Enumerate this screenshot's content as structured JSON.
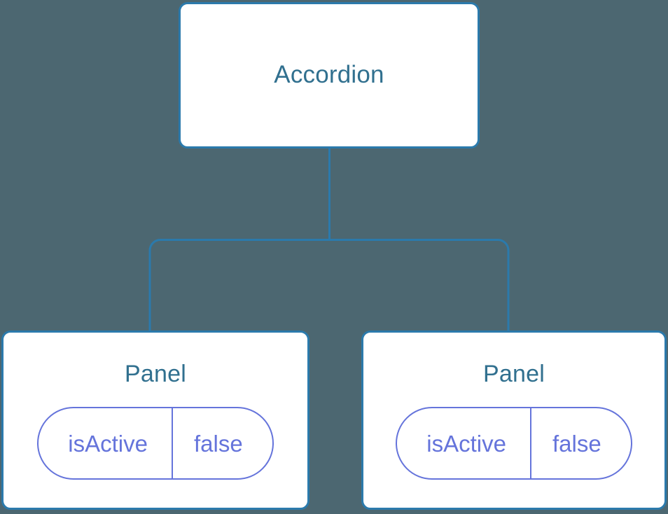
{
  "diagram": {
    "type": "component-tree",
    "background_color": "#4c6771",
    "connector_color": "#2b7aac",
    "node_border_color": "#2b7aac",
    "node_title_color": "#31708f",
    "pill_color": "#6574db",
    "root": {
      "title": "Accordion"
    },
    "children": [
      {
        "title": "Panel",
        "state": {
          "key": "isActive",
          "value": "false"
        }
      },
      {
        "title": "Panel",
        "state": {
          "key": "isActive",
          "value": "false"
        }
      }
    ]
  }
}
